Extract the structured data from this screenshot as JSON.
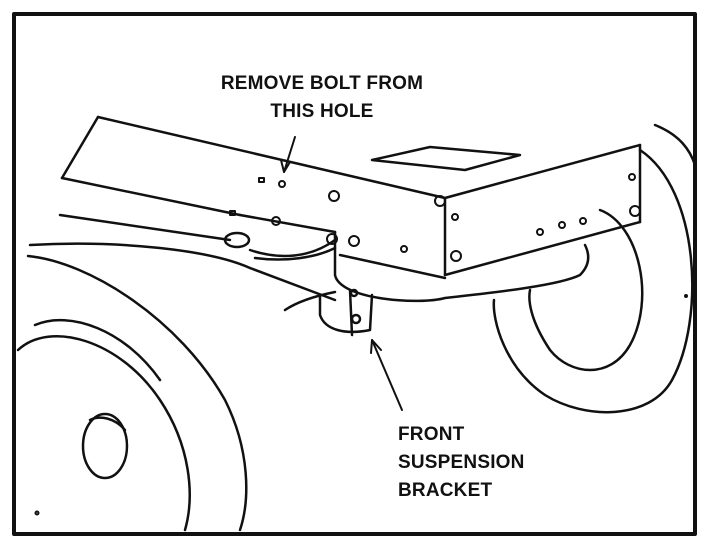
{
  "callouts": {
    "remove_bolt": {
      "line1": "REMOVE BOLT FROM",
      "line2": "THIS HOLE"
    },
    "front_suspension_bracket": {
      "line1": "FRONT",
      "line2": "SUSPENSION",
      "line3": "BRACKET"
    }
  },
  "colors": {
    "ink": "#111111",
    "paper": "#ffffff"
  }
}
